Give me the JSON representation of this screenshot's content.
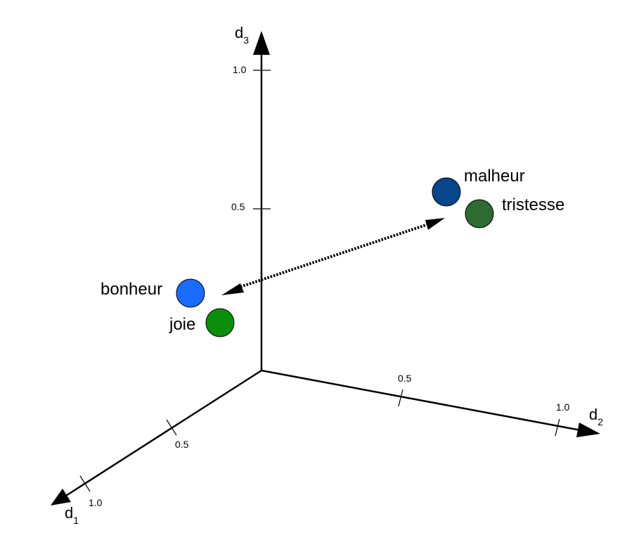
{
  "axes": {
    "d1": {
      "letter": "d",
      "subscript": "1",
      "ticks": [
        "0.5",
        "1.0"
      ]
    },
    "d2": {
      "letter": "d",
      "subscript": "2",
      "ticks": [
        "0.5",
        "1.0"
      ]
    },
    "d3": {
      "letter": "d",
      "subscript": "3",
      "ticks": [
        "0.5",
        "1.0"
      ]
    }
  },
  "words": [
    {
      "label": "bonheur",
      "color": "#1a6cff"
    },
    {
      "label": "joie",
      "color": "#0a8f0a"
    },
    {
      "label": "malheur",
      "color": "#05468c"
    },
    {
      "label": "tristesse",
      "color": "#2e6b30"
    }
  ],
  "colors": {
    "axis": "#000000",
    "distance_arrow": "#000000"
  }
}
